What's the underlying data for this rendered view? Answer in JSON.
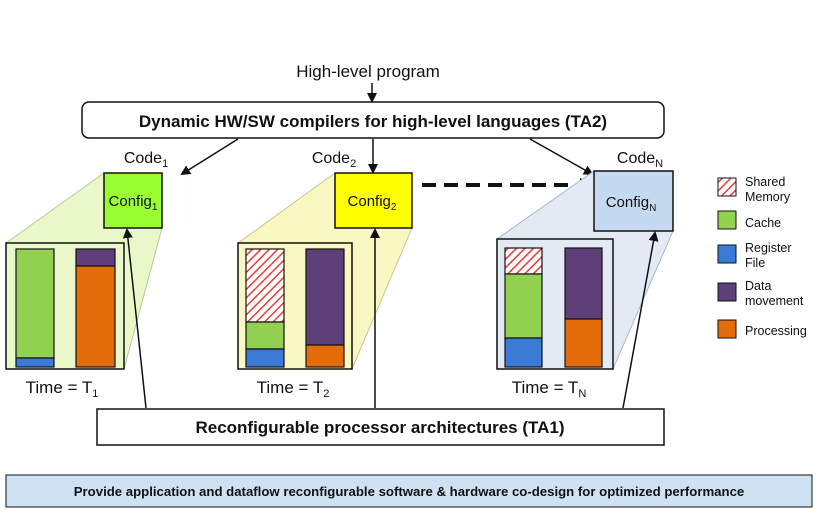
{
  "top_input": "High-level program",
  "compiler_box": "Dynamic HW/SW compilers for high-level languages (TA2)",
  "arch_box": "Reconfigurable processor architectures (TA1)",
  "banner": "Provide application and dataflow reconfigurable software & hardware co-design for optimized performance",
  "stages": [
    {
      "code": "Code",
      "code_sub": "1",
      "config": "Config",
      "config_sub": "1",
      "time": "Time = T",
      "time_sub": "1",
      "config_color": "#99ff33"
    },
    {
      "code": "Code",
      "code_sub": "2",
      "config": "Config",
      "config_sub": "2",
      "time": "Time = T",
      "time_sub": "2",
      "config_color": "#ffff00"
    },
    {
      "code": "Code",
      "code_sub": "N",
      "config": "Config",
      "config_sub": "N",
      "time": "Time = T",
      "time_sub": "N",
      "config_color": "#c5d9f1"
    }
  ],
  "legend": [
    {
      "label_lines": [
        "Shared",
        "Memory"
      ],
      "color": "#ff7777",
      "pattern": "hatch",
      "icon": "hatch-swatch"
    },
    {
      "label_lines": [
        "Cache"
      ],
      "color": "#92d050",
      "pattern": "solid",
      "icon": "cache-swatch"
    },
    {
      "label_lines": [
        "Register",
        "File"
      ],
      "color": "#3a7bd5",
      "pattern": "solid",
      "icon": "register-swatch"
    },
    {
      "label_lines": [
        "Data",
        "movement"
      ],
      "color": "#5e3f7a",
      "pattern": "solid",
      "icon": "data-swatch"
    },
    {
      "label_lines": [
        "Processing"
      ],
      "color": "#e36c0a",
      "pattern": "solid",
      "icon": "processing-swatch"
    }
  ]
}
